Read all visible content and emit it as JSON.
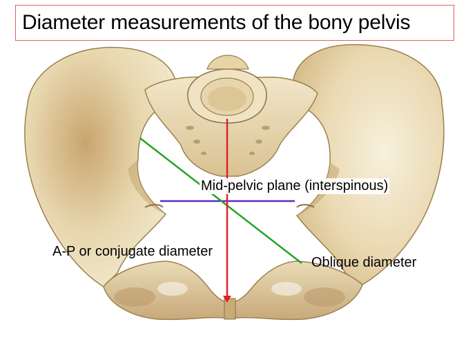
{
  "title": "Diameter measurements of the bony pelvis",
  "labels": {
    "midpelvic": "Mid-pelvic plane (interspinous)",
    "ap": "A-P or conjugate diameter",
    "oblique": "Oblique diameter"
  },
  "colors": {
    "title_border": "#e06060",
    "ap_line": "#e0202a",
    "interspinous_line": "#5a2bc8",
    "oblique_line": "#1fa51f",
    "bone": "#e9dcb8",
    "bone_shadow": "#b99a63"
  }
}
